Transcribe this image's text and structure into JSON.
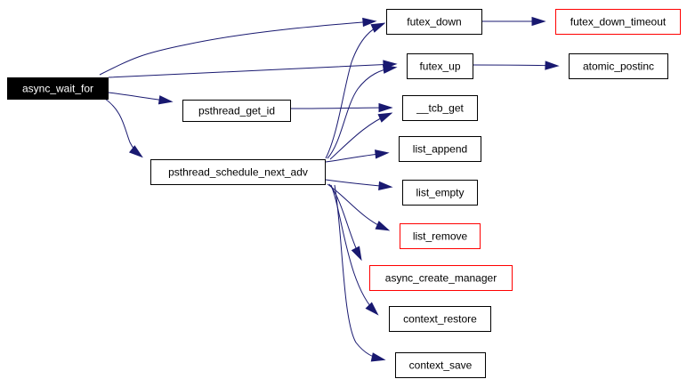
{
  "colors": {
    "edge": "#191970",
    "border_default": "#000000",
    "border_truncated": "#ff0000",
    "root_fill": "#000000",
    "root_text": "#ffffff"
  },
  "nodes": {
    "async_wait_for": {
      "label": "async_wait_for",
      "style": "root"
    },
    "psthread_get_id": {
      "label": "psthread_get_id",
      "style": "normal"
    },
    "psthread_schedule_next_adv": {
      "label": "psthread_schedule_next_adv",
      "style": "normal"
    },
    "futex_down": {
      "label": "futex_down",
      "style": "normal"
    },
    "futex_up": {
      "label": "futex_up",
      "style": "normal"
    },
    "tcb_get": {
      "label": "__tcb_get",
      "style": "normal"
    },
    "list_append": {
      "label": "list_append",
      "style": "normal"
    },
    "list_empty": {
      "label": "list_empty",
      "style": "normal"
    },
    "list_remove": {
      "label": "list_remove",
      "style": "truncated"
    },
    "async_create_manager": {
      "label": "async_create_manager",
      "style": "truncated"
    },
    "context_restore": {
      "label": "context_restore",
      "style": "normal"
    },
    "context_save": {
      "label": "context_save",
      "style": "normal"
    },
    "futex_down_timeout": {
      "label": "futex_down_timeout",
      "style": "truncated"
    },
    "atomic_postinc": {
      "label": "atomic_postinc",
      "style": "normal"
    }
  },
  "edges": [
    [
      "async_wait_for",
      "futex_down"
    ],
    [
      "async_wait_for",
      "futex_up"
    ],
    [
      "async_wait_for",
      "psthread_get_id"
    ],
    [
      "async_wait_for",
      "psthread_schedule_next_adv"
    ],
    [
      "psthread_get_id",
      "tcb_get"
    ],
    [
      "psthread_schedule_next_adv",
      "futex_down"
    ],
    [
      "psthread_schedule_next_adv",
      "futex_up"
    ],
    [
      "psthread_schedule_next_adv",
      "tcb_get"
    ],
    [
      "psthread_schedule_next_adv",
      "list_append"
    ],
    [
      "psthread_schedule_next_adv",
      "list_empty"
    ],
    [
      "psthread_schedule_next_adv",
      "list_remove"
    ],
    [
      "psthread_schedule_next_adv",
      "async_create_manager"
    ],
    [
      "psthread_schedule_next_adv",
      "context_restore"
    ],
    [
      "psthread_schedule_next_adv",
      "context_save"
    ],
    [
      "futex_down",
      "futex_down_timeout"
    ],
    [
      "futex_up",
      "atomic_postinc"
    ]
  ]
}
